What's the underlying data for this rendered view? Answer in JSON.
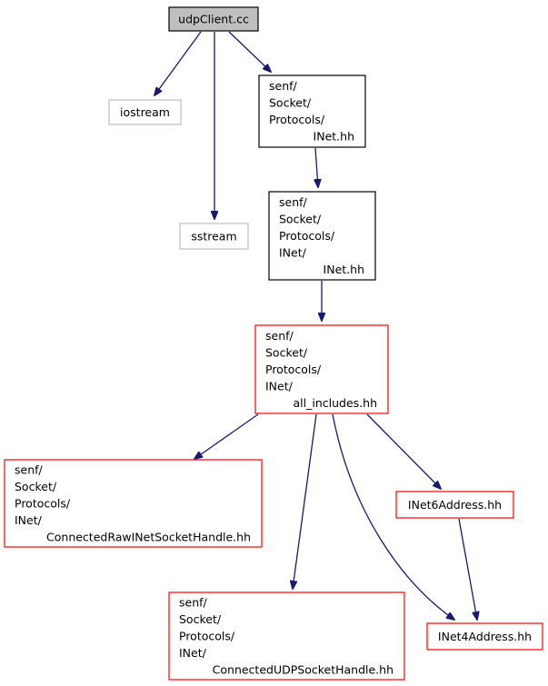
{
  "colors": {
    "root_fill": "#bfbfbf",
    "root_border": "#000000",
    "plain_border": "#000000",
    "external_border": "#bfbfbf",
    "truncated_border": "#ff0000",
    "edge": "#191970"
  },
  "nodes": {
    "udpclient": {
      "kind": "root",
      "lines": [
        "udpClient.cc"
      ]
    },
    "iostream": {
      "kind": "external",
      "lines": [
        "iostream"
      ]
    },
    "sstream": {
      "kind": "external",
      "lines": [
        "sstream"
      ]
    },
    "inet_hh": {
      "kind": "plain",
      "lines": [
        "senf/",
        "Socket/",
        "Protocols/",
        "INet.hh"
      ]
    },
    "inet_inet_hh": {
      "kind": "plain",
      "lines": [
        "senf/",
        "Socket/",
        "Protocols/",
        "INet/",
        "INet.hh"
      ]
    },
    "all_includes": {
      "kind": "truncated",
      "lines": [
        "senf/",
        "Socket/",
        "Protocols/",
        "INet/",
        "all_includes.hh"
      ]
    },
    "connected_raw": {
      "kind": "truncated",
      "lines": [
        "senf/",
        "Socket/",
        "Protocols/",
        "INet/",
        "ConnectedRawINetSocketHandle.hh"
      ]
    },
    "inet6address": {
      "kind": "truncated",
      "lines": [
        "INet6Address.hh"
      ]
    },
    "connected_udp": {
      "kind": "truncated",
      "lines": [
        "senf/",
        "Socket/",
        "Protocols/",
        "INet/",
        "ConnectedUDPSocketHandle.hh"
      ]
    },
    "inet4address": {
      "kind": "truncated",
      "lines": [
        "INet4Address.hh"
      ]
    }
  },
  "edges": [
    {
      "from": "udpclient",
      "to": "iostream"
    },
    {
      "from": "udpclient",
      "to": "sstream"
    },
    {
      "from": "udpclient",
      "to": "inet_hh"
    },
    {
      "from": "inet_hh",
      "to": "inet_inet_hh"
    },
    {
      "from": "inet_inet_hh",
      "to": "all_includes"
    },
    {
      "from": "all_includes",
      "to": "connected_raw"
    },
    {
      "from": "all_includes",
      "to": "connected_udp"
    },
    {
      "from": "all_includes",
      "to": "inet4address"
    },
    {
      "from": "all_includes",
      "to": "inet6address"
    },
    {
      "from": "inet6address",
      "to": "inet4address"
    }
  ]
}
